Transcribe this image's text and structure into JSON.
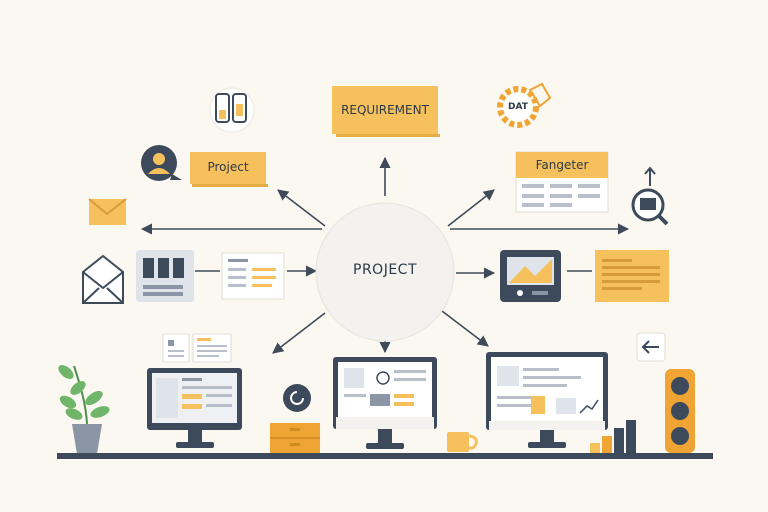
{
  "diagram": {
    "center": {
      "label": "PROJECT"
    },
    "nodes": {
      "requirement": {
        "label": "REQUIREMENT"
      },
      "project": {
        "label": "Project"
      },
      "fangeter": {
        "label": "Fangeter"
      },
      "dat": {
        "label": "DAT"
      }
    }
  },
  "colors": {
    "background": "#fbf8f1",
    "accent": "#f6c15c",
    "dark": "#3d4a5c",
    "arrow": "#3f4b5b",
    "plant": "#6fb56a"
  }
}
